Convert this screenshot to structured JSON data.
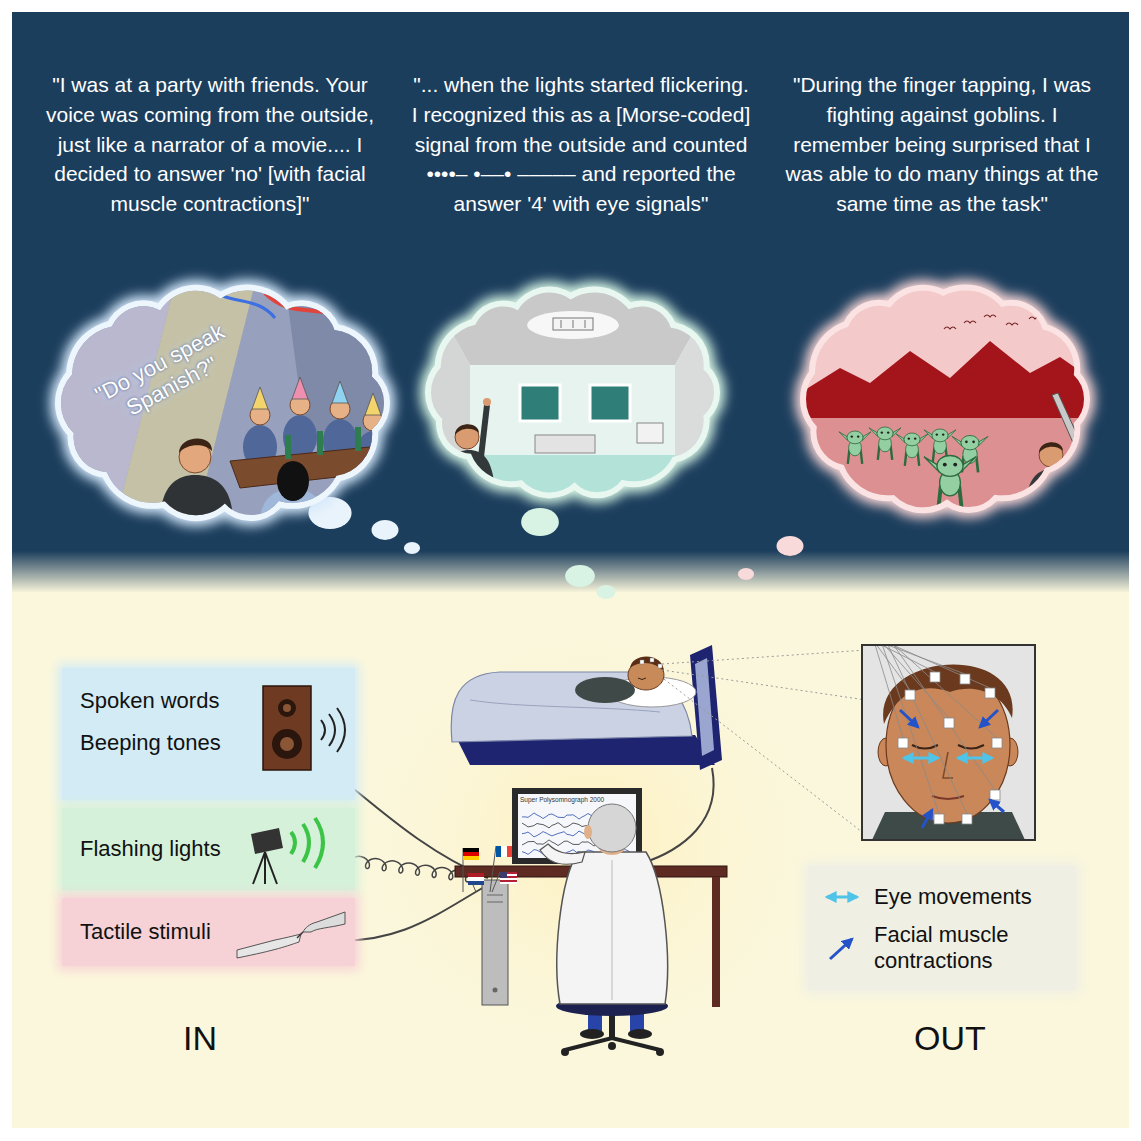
{
  "diagram": {
    "nodes": [
      {
        "text": [
          "\"Do you speak Spanish?\""
        ]
      },
      {
        "text": [
          "Spoken words",
          "Beeping tones"
        ]
      },
      {
        "text": [
          "Flashing lights"
        ]
      },
      {
        "text": [
          "Tactile stimuli"
        ]
      }
    ],
    "labels": [
      "\"I was at a party with friends. Your voice was coming from the outside, just like a narrator of a movie.... I decided to answer 'no' [with facial muscle contractions]\"",
      "\"... when the lights started flickering. I recognized this as a [Morse-coded] signal from the outside and counted ••••– •––• ––––– and reported the answer '4' with eye signals\"",
      "\"During the finger tapping, I was fighting against goblins. I remember being surprised that I was able to do many things at the same time as the task\"",
      "Super Polysomnograph 2000",
      "IN",
      "OUT"
    ],
    "legend": [
      {
        "text": "Eye movements"
      },
      {
        "text": "Facial muscle contractions"
      }
    ]
  }
}
